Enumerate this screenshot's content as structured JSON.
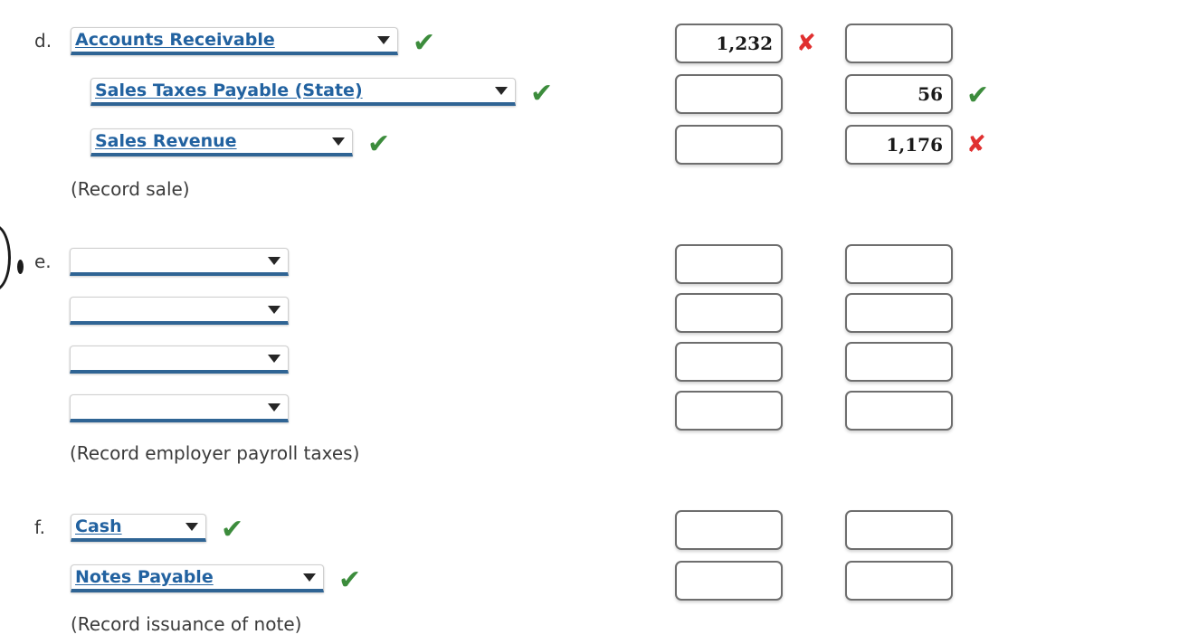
{
  "page": {
    "background": "#ffffff",
    "accent_blue": "#2262a0",
    "underline_blue": "#2f6494",
    "correct_color": "#3c8c3c",
    "incorrect_color": "#e03030",
    "check_glyph": "✔",
    "cross_glyph": "✘"
  },
  "entries": [
    {
      "letter": "d.",
      "memo": "(Record sale)",
      "lines": [
        {
          "account": "Accounts Receivable",
          "account_status": "correct",
          "debit": "1,232",
          "debit_status": "incorrect",
          "credit": "",
          "credit_status": "none"
        },
        {
          "account": "Sales Taxes Payable (State)",
          "account_status": "correct",
          "debit": "",
          "debit_status": "none",
          "credit": "56",
          "credit_status": "correct"
        },
        {
          "account": "Sales Revenue",
          "account_status": "correct",
          "debit": "",
          "debit_status": "none",
          "credit": "1,176",
          "credit_status": "incorrect"
        }
      ]
    },
    {
      "letter": "e.",
      "memo": "(Record employer payroll taxes)",
      "lines": [
        {
          "account": "",
          "account_status": "none",
          "debit": "",
          "debit_status": "none",
          "credit": "",
          "credit_status": "none"
        },
        {
          "account": "",
          "account_status": "none",
          "debit": "",
          "debit_status": "none",
          "credit": "",
          "credit_status": "none"
        },
        {
          "account": "",
          "account_status": "none",
          "debit": "",
          "debit_status": "none",
          "credit": "",
          "credit_status": "none"
        },
        {
          "account": "",
          "account_status": "none",
          "debit": "",
          "debit_status": "none",
          "credit": "",
          "credit_status": "none"
        }
      ]
    },
    {
      "letter": "f.",
      "memo": "(Record issuance of note)",
      "lines": [
        {
          "account": "Cash",
          "account_status": "correct",
          "debit": "",
          "debit_status": "none",
          "credit": "",
          "credit_status": "none"
        },
        {
          "account": "Notes Payable",
          "account_status": "correct",
          "debit": "",
          "debit_status": "none",
          "credit": "",
          "credit_status": "none"
        }
      ]
    }
  ]
}
